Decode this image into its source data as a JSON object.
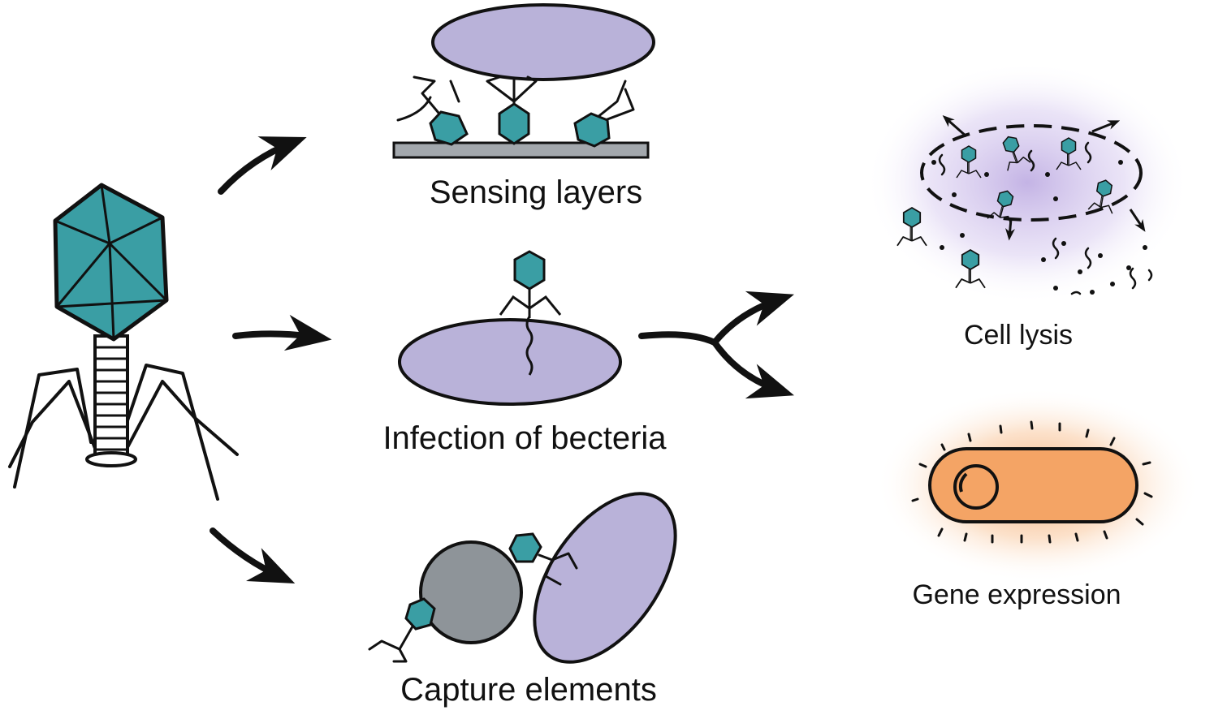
{
  "labels": {
    "sensing_layers": "Sensing layers",
    "infection": "Infection of becteria",
    "capture": "Capture elements",
    "cell_lysis": "Cell lysis",
    "gene_expression": "Gene expression"
  },
  "colors": {
    "phage_head": "#3a9ea4",
    "bacteria": "#b9b2d9",
    "bead": "#8e9499",
    "substrate": "#a3a8ad",
    "lysis_glow": "#c9b8e6",
    "expression_glow": "#f6b27d",
    "expression_cell": "#f4a465",
    "ink": "#111111"
  }
}
